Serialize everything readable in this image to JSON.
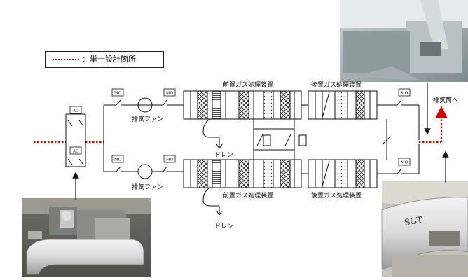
{
  "legend": {
    "text": "：単一設計箇所"
  },
  "labels": {
    "exhaust_fan": "排気ファン",
    "pre_treatment": "前置ガス処理装置",
    "pre_treatment_lower": "前置ガス処理装置",
    "post_treatment": "後置ガス処理装置",
    "post_treatment_lower": "後置ガス処理装置",
    "drain": "ドレン",
    "to_stack": "排気筒へ",
    "ao": "AO",
    "mo": "MO"
  },
  "photo_pipe": {
    "marking": "SGT"
  },
  "colors": {
    "single_design": "#d60000",
    "line": "#111111",
    "arrow": "#d60000"
  }
}
